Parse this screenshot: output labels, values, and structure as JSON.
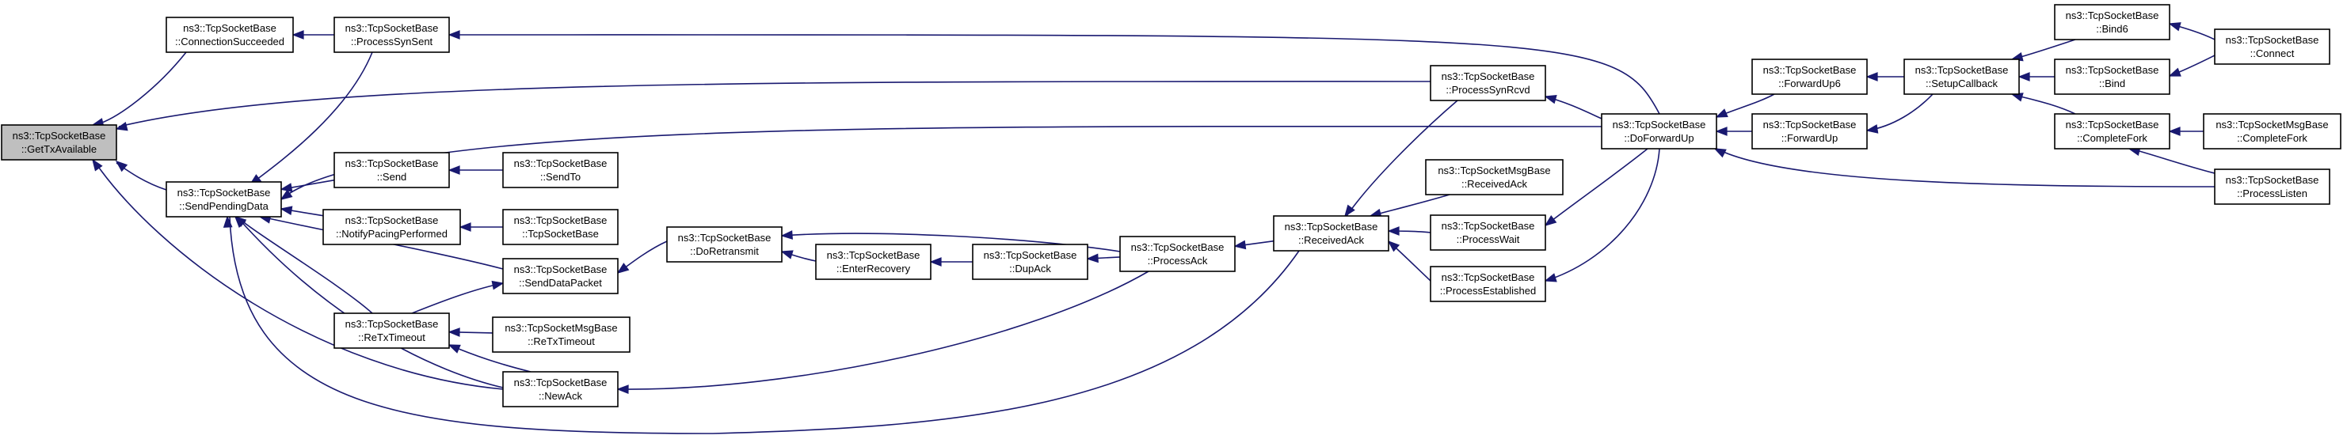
{
  "graph": {
    "edge_color": "#191970",
    "node_border": "#000000",
    "focus_fill": "#bfbfbf",
    "nodes": [
      {
        "id": "n0",
        "line1": "ns3::TcpSocketBase",
        "line2": "::GetTxAvailable",
        "focus": true
      },
      {
        "id": "n1",
        "line1": "ns3::TcpSocketBase",
        "line2": "::ConnectionSucceeded"
      },
      {
        "id": "n2",
        "line1": "ns3::TcpSocketBase",
        "line2": "::SendPendingData"
      },
      {
        "id": "n3",
        "line1": "ns3::TcpSocketBase",
        "line2": "::ProcessSynSent"
      },
      {
        "id": "n4",
        "line1": "ns3::TcpSocketBase",
        "line2": "::Send"
      },
      {
        "id": "n5",
        "line1": "ns3::TcpSocketBase",
        "line2": "::NotifyPacingPerformed"
      },
      {
        "id": "n6",
        "line1": "ns3::TcpSocketBase",
        "line2": "::ReTxTimeout"
      },
      {
        "id": "n7",
        "line1": "ns3::TcpSocketBase",
        "line2": "::SendTo"
      },
      {
        "id": "n8",
        "line1": "ns3::TcpSocketBase",
        "line2": "::TcpSocketBase"
      },
      {
        "id": "n9",
        "line1": "ns3::TcpSocketBase",
        "line2": "::SendDataPacket"
      },
      {
        "id": "n10",
        "line1": "ns3::TcpSocketMsgBase",
        "line2": "::ReTxTimeout"
      },
      {
        "id": "n11",
        "line1": "ns3::TcpSocketBase",
        "line2": "::NewAck"
      },
      {
        "id": "n12",
        "line1": "ns3::TcpSocketBase",
        "line2": "::DoRetransmit"
      },
      {
        "id": "n13",
        "line1": "ns3::TcpSocketBase",
        "line2": "::EnterRecovery"
      },
      {
        "id": "n14",
        "line1": "ns3::TcpSocketBase",
        "line2": "::DupAck"
      },
      {
        "id": "n15",
        "line1": "ns3::TcpSocketBase",
        "line2": "::ProcessAck"
      },
      {
        "id": "n16",
        "line1": "ns3::TcpSocketBase",
        "line2": "::ReceivedAck"
      },
      {
        "id": "n17",
        "line1": "ns3::TcpSocketBase",
        "line2": "::ProcessSynRcvd"
      },
      {
        "id": "n18",
        "line1": "ns3::TcpSocketMsgBase",
        "line2": "::ReceivedAck"
      },
      {
        "id": "n19",
        "line1": "ns3::TcpSocketBase",
        "line2": "::ProcessWait"
      },
      {
        "id": "n20",
        "line1": "ns3::TcpSocketBase",
        "line2": "::ProcessEstablished"
      },
      {
        "id": "n21",
        "line1": "ns3::TcpSocketBase",
        "line2": "::DoForwardUp"
      },
      {
        "id": "n22",
        "line1": "ns3::TcpSocketBase",
        "line2": "::ForwardUp6"
      },
      {
        "id": "n23",
        "line1": "ns3::TcpSocketBase",
        "line2": "::ForwardUp"
      },
      {
        "id": "n24",
        "line1": "ns3::TcpSocketBase",
        "line2": "::SetupCallback"
      },
      {
        "id": "n25",
        "line1": "ns3::TcpSocketBase",
        "line2": "::Bind6"
      },
      {
        "id": "n26",
        "line1": "ns3::TcpSocketBase",
        "line2": "::Bind"
      },
      {
        "id": "n27",
        "line1": "ns3::TcpSocketBase",
        "line2": "::CompleteFork"
      },
      {
        "id": "n28",
        "line1": "ns3::TcpSocketBase",
        "line2": "::Connect"
      },
      {
        "id": "n29",
        "line1": "ns3::TcpSocketMsgBase",
        "line2": "::CompleteFork"
      },
      {
        "id": "n30",
        "line1": "ns3::TcpSocketBase",
        "line2": "::ProcessListen"
      }
    ],
    "edges": [
      {
        "from": "n1",
        "to": "n0"
      },
      {
        "from": "n2",
        "to": "n0"
      },
      {
        "from": "n17",
        "to": "n0"
      },
      {
        "from": "n11",
        "to": "n0"
      },
      {
        "from": "n3",
        "to": "n1"
      },
      {
        "from": "n21",
        "to": "n3"
      },
      {
        "from": "n3",
        "to": "n2"
      },
      {
        "from": "n4",
        "to": "n2"
      },
      {
        "from": "n5",
        "to": "n2"
      },
      {
        "from": "n6",
        "to": "n2"
      },
      {
        "from": "n9",
        "to": "n2"
      },
      {
        "from": "n11",
        "to": "n2"
      },
      {
        "from": "n16",
        "to": "n2"
      },
      {
        "from": "n21",
        "to": "n2"
      },
      {
        "from": "n7",
        "to": "n4"
      },
      {
        "from": "n8",
        "to": "n5"
      },
      {
        "from": "n6",
        "to": "n9"
      },
      {
        "from": "n10",
        "to": "n6"
      },
      {
        "from": "n11",
        "to": "n6"
      },
      {
        "from": "n12",
        "to": "n9"
      },
      {
        "from": "n15",
        "to": "n11"
      },
      {
        "from": "n15",
        "to": "n12"
      },
      {
        "from": "n13",
        "to": "n12"
      },
      {
        "from": "n14",
        "to": "n13"
      },
      {
        "from": "n15",
        "to": "n14"
      },
      {
        "from": "n16",
        "to": "n15"
      },
      {
        "from": "n17",
        "to": "n16"
      },
      {
        "from": "n18",
        "to": "n16"
      },
      {
        "from": "n19",
        "to": "n16"
      },
      {
        "from": "n20",
        "to": "n16"
      },
      {
        "from": "n21",
        "to": "n17"
      },
      {
        "from": "n21",
        "to": "n19"
      },
      {
        "from": "n21",
        "to": "n20"
      },
      {
        "from": "n22",
        "to": "n21"
      },
      {
        "from": "n23",
        "to": "n21"
      },
      {
        "from": "n30",
        "to": "n21"
      },
      {
        "from": "n24",
        "to": "n22"
      },
      {
        "from": "n24",
        "to": "n23"
      },
      {
        "from": "n25",
        "to": "n24"
      },
      {
        "from": "n26",
        "to": "n24"
      },
      {
        "from": "n27",
        "to": "n24"
      },
      {
        "from": "n28",
        "to": "n25"
      },
      {
        "from": "n28",
        "to": "n26"
      },
      {
        "from": "n29",
        "to": "n27"
      },
      {
        "from": "n30",
        "to": "n27"
      }
    ]
  }
}
